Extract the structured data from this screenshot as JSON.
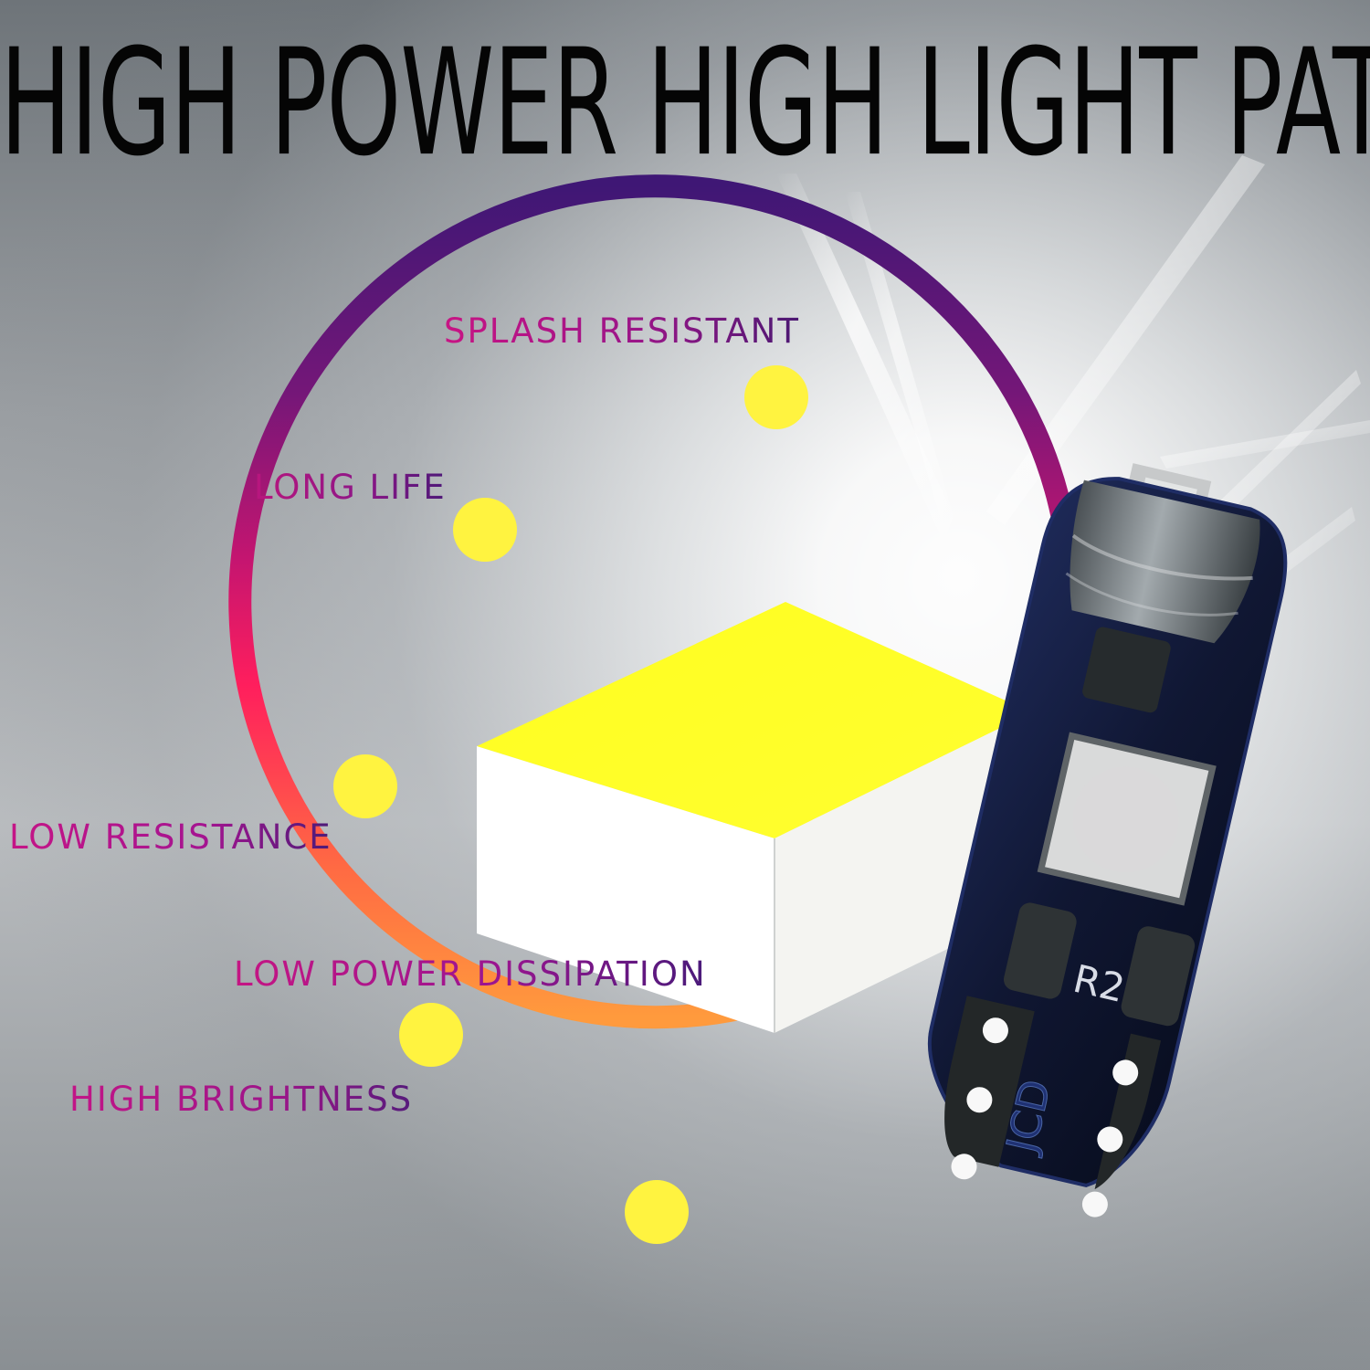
{
  "headline": "HIGH POWER HIGH LIGHT PATCH LAMP BEAD",
  "features": {
    "splash": "SPLASH RESISTANT",
    "long_life": "LONG LIFE",
    "low_resistance": "LOW RESISTANCE",
    "high_brightness": "HIGH BRIGHTNESS",
    "low_power": "LOW POWER DISSIPATION"
  },
  "board": {
    "resistor_mark": "R2",
    "brand_mark": "JCD"
  },
  "colors": {
    "dot": "#fff340",
    "ring_top": "#3f1775",
    "ring_middle": "#e21b5c",
    "ring_bottom": "#ff8d3d",
    "board": "#121a40"
  },
  "icons": {
    "chip": "led-chip-icon",
    "bulb": "t5-led-bulb-icon"
  }
}
